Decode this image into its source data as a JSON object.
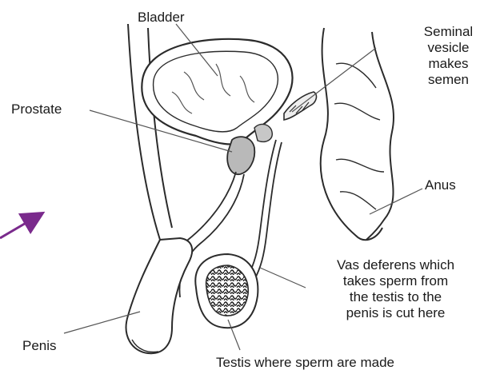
{
  "labels": {
    "bladder": "Bladder",
    "seminal_vesicle": [
      "Seminal",
      "vesicle",
      "makes",
      "semen"
    ],
    "prostate": "Prostate",
    "anus": "Anus",
    "vas_deferens": [
      "Vas deferens which",
      "takes sperm from",
      "the testis to the",
      "penis is cut here"
    ],
    "penis": "Penis",
    "testis": "Testis where sperm are made"
  },
  "colors": {
    "outline": "#2b2b2b",
    "tissue_fill": "#ffffff",
    "prostate_fill": "#b9b9b9",
    "leader_line": "#555555",
    "arrow": "#7a2a8c"
  },
  "icons": {
    "pointer": "arrow-icon"
  }
}
